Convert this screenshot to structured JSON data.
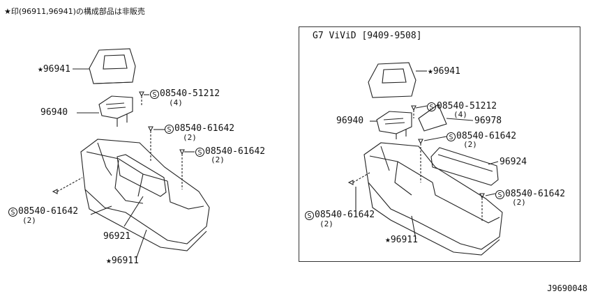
{
  "note": "★印(96911,96941)の構成部品は非販売",
  "left": {
    "p96941": "★96941",
    "p96940": "96940",
    "b1": "08540-51212",
    "b1q": "(4)",
    "b2": "08540-61642",
    "b2q": "(2)",
    "b3": "08540-61642",
    "b3q": "(2)",
    "b4": "08540-61642",
    "b4q": "(2)",
    "p96921": "96921",
    "p96911": "★96911"
  },
  "right": {
    "title": "G7 ViViD [9409-9508]",
    "p96941": "★96941",
    "b1": "08540-51212",
    "b1q": "(4)",
    "p96940": "96940",
    "p96978": "96978",
    "b2": "08540-61642",
    "b2q": "(2)",
    "p96924": "96924",
    "b3": "08540-61642",
    "b3q": "(2)",
    "b4": "08540-61642",
    "b4q": "(2)",
    "p96911": "★96911"
  },
  "code": "J9690048",
  "bolt_symbol": "S"
}
